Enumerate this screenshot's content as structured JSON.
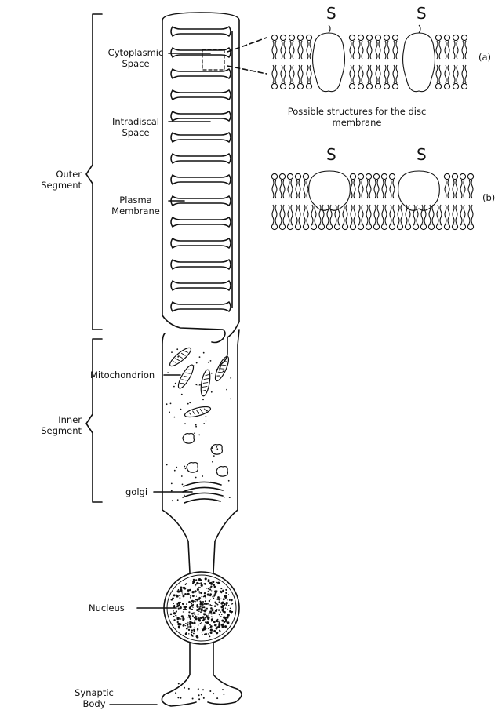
{
  "labels": {
    "outer_segment": [
      "Outer",
      "Segment"
    ],
    "inner_segment": [
      "Inner",
      "Segment"
    ],
    "cytoplasmic_space": [
      "Cytoplasmic",
      "Space"
    ],
    "intradiscal_space": [
      "Intradiscal",
      "Space"
    ],
    "plasma_membrane": [
      "Plasma",
      "Membrane"
    ],
    "mitochondrion": "Mitochondrion",
    "golgi": "golgi",
    "nucleus": "Nucleus",
    "synaptic_body": [
      "Synaptic",
      "Body"
    ],
    "caption": [
      "Possible structures for the disc",
      "membrane"
    ],
    "panel_a": "(a)",
    "panel_b": "(b)",
    "protein_symbol": "S"
  },
  "colors": {
    "ink": "#111111",
    "paper": "#ffffff"
  }
}
